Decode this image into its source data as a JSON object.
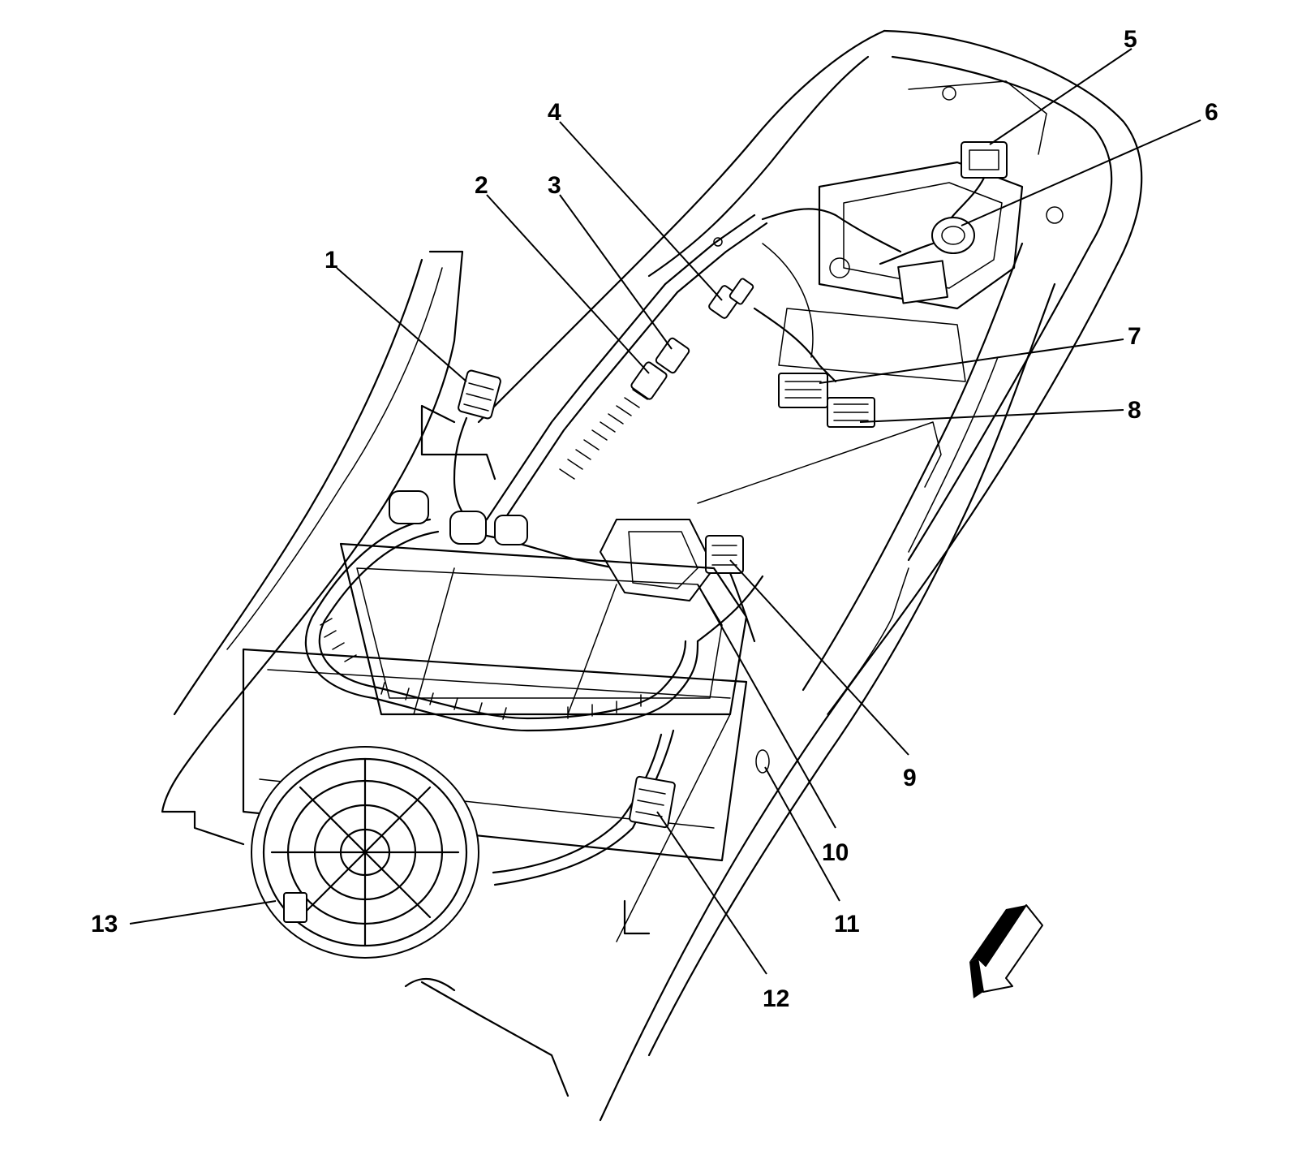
{
  "callouts": [
    {
      "id": 1,
      "label": "1"
    },
    {
      "id": 2,
      "label": "2"
    },
    {
      "id": 3,
      "label": "3"
    },
    {
      "id": 4,
      "label": "4"
    },
    {
      "id": 5,
      "label": "5"
    },
    {
      "id": 6,
      "label": "6"
    },
    {
      "id": 7,
      "label": "7"
    },
    {
      "id": 8,
      "label": "8"
    },
    {
      "id": 9,
      "label": "9"
    },
    {
      "id": 10,
      "label": "10"
    },
    {
      "id": 11,
      "label": "11"
    },
    {
      "id": 12,
      "label": "12"
    },
    {
      "id": 13,
      "label": "13"
    }
  ],
  "direction_arrow": {
    "icon": "front-direction-arrow-icon"
  },
  "colors": {
    "line": "#000000",
    "background": "#ffffff"
  }
}
